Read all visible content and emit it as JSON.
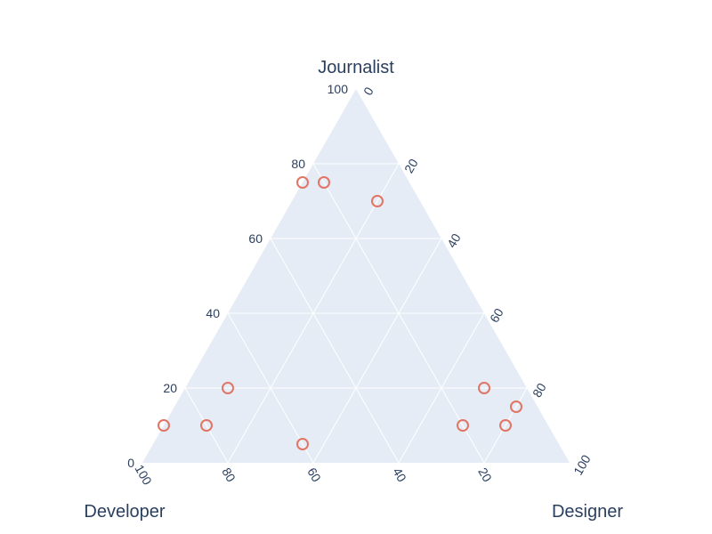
{
  "chart_data": {
    "type": "scatter-ternary",
    "axes": {
      "a": {
        "title": "Journalist",
        "ticks": [
          "0",
          "20",
          "40",
          "60",
          "80",
          "100"
        ]
      },
      "b": {
        "title": "Developer",
        "ticks": [
          "0",
          "20",
          "40",
          "60",
          "80",
          "100"
        ]
      },
      "c": {
        "title": "Designer",
        "ticks": [
          "0",
          "20",
          "40",
          "60",
          "80",
          "100"
        ]
      }
    },
    "grid": true,
    "colors": {
      "plot_bg": "#e5ecf6",
      "grid": "#ffffff",
      "marker": "#e17565",
      "text": "#2a3f5f"
    },
    "points": [
      {
        "journalist": 75,
        "developer": 25,
        "designer": 0
      },
      {
        "journalist": 70,
        "developer": 10,
        "designer": 20
      },
      {
        "journalist": 75,
        "developer": 20,
        "designer": 5
      },
      {
        "journalist": 5,
        "developer": 60,
        "designer": 35
      },
      {
        "journalist": 10,
        "developer": 90,
        "designer": 0
      },
      {
        "journalist": 20,
        "developer": 70,
        "designer": 10
      },
      {
        "journalist": 10,
        "developer": 80,
        "designer": 10
      },
      {
        "journalist": 10,
        "developer": 20,
        "designer": 70
      },
      {
        "journalist": 10,
        "developer": 10,
        "designer": 80
      },
      {
        "journalist": 15,
        "developer": 5,
        "designer": 80
      },
      {
        "journalist": 20,
        "developer": 10,
        "designer": 70
      }
    ]
  }
}
